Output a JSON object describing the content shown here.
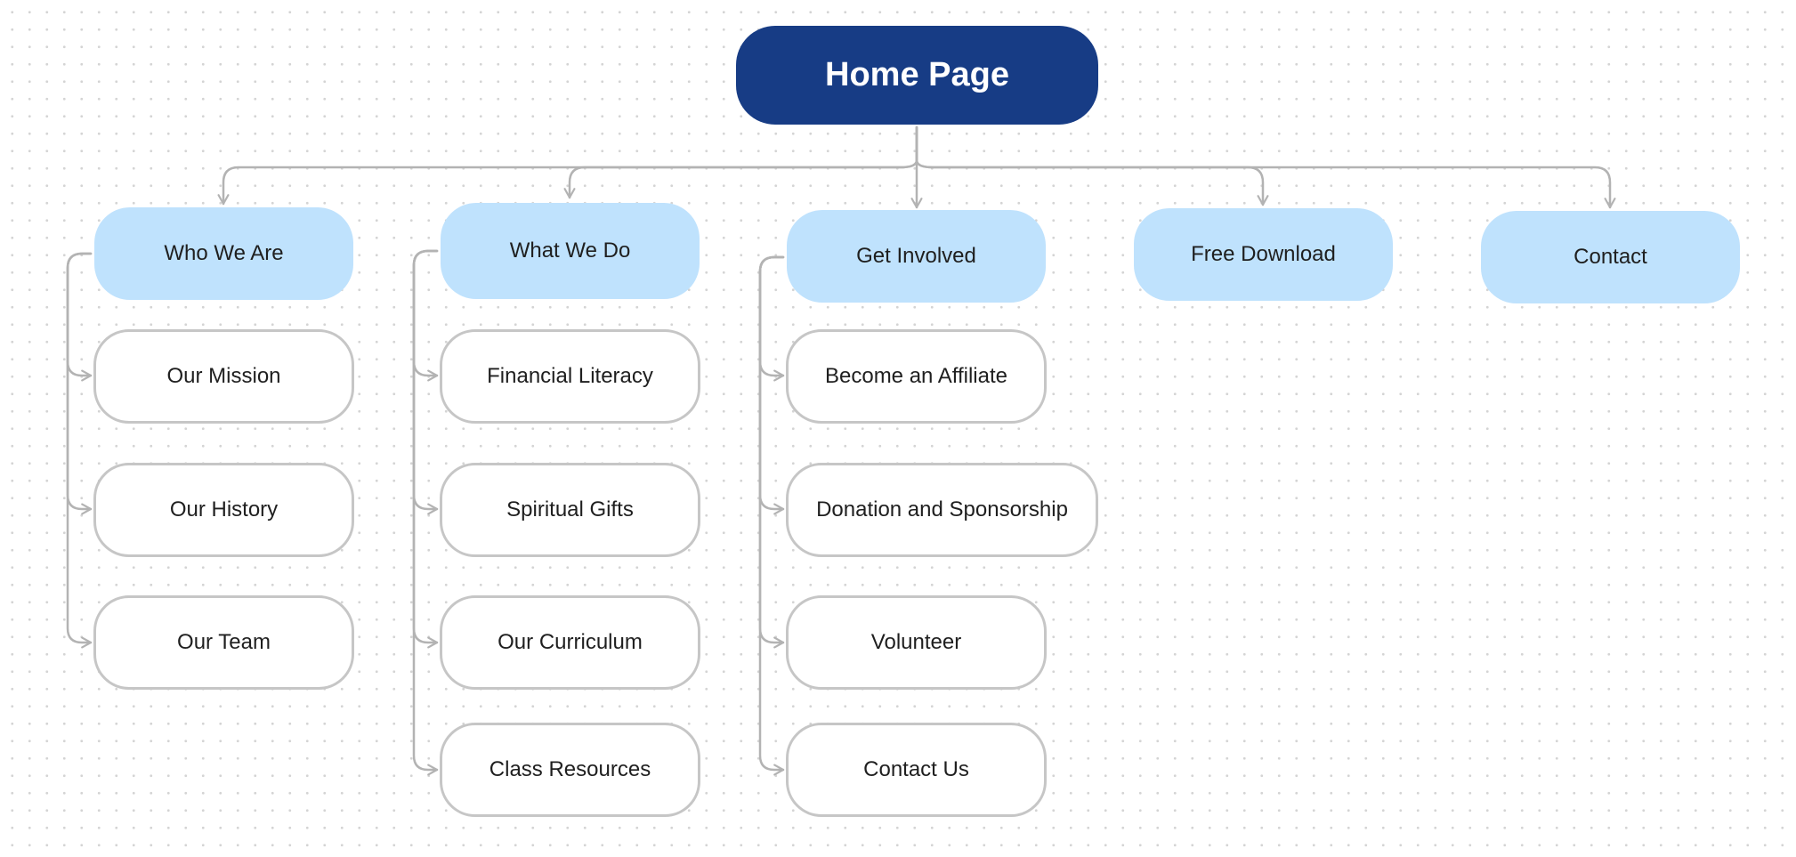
{
  "root": {
    "id": "home",
    "label": "Home Page"
  },
  "sections": [
    {
      "id": "who-we-are",
      "label": "Who We Are",
      "children": [
        {
          "id": "our-mission",
          "label": "Our Mission"
        },
        {
          "id": "our-history",
          "label": "Our History"
        },
        {
          "id": "our-team",
          "label": "Our Team"
        }
      ]
    },
    {
      "id": "what-we-do",
      "label": "What We Do",
      "children": [
        {
          "id": "financial-literacy",
          "label": "Financial Literacy"
        },
        {
          "id": "spiritual-gifts",
          "label": "Spiritual Gifts"
        },
        {
          "id": "our-curriculum",
          "label": "Our Curriculum"
        },
        {
          "id": "class-resources",
          "label": "Class Resources"
        }
      ]
    },
    {
      "id": "get-involved",
      "label": "Get Involved",
      "children": [
        {
          "id": "become-an-affiliate",
          "label": "Become an Affiliate"
        },
        {
          "id": "donation-and-sponsorship",
          "label": "Donation and Sponsorship"
        },
        {
          "id": "volunteer",
          "label": "Volunteer"
        },
        {
          "id": "contact-us",
          "label": "Contact Us"
        }
      ]
    },
    {
      "id": "free-download",
      "label": "Free Download",
      "children": []
    },
    {
      "id": "contact",
      "label": "Contact",
      "children": []
    }
  ],
  "colors": {
    "root_fill": "#173c85",
    "root_text": "#ffffff",
    "section_fill": "#bfe2fd",
    "page_border": "#c6c6c6",
    "connector": "#b3b3b3",
    "text": "#1f1f1f"
  }
}
